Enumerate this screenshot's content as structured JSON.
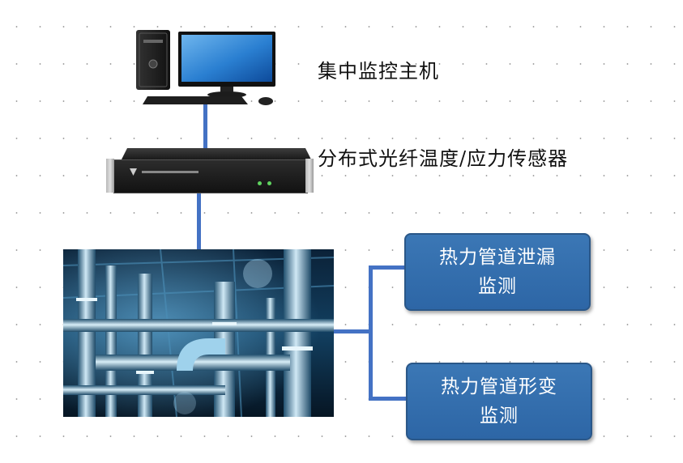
{
  "nodes": {
    "host": {
      "label": "集中监控主机"
    },
    "sensor": {
      "label": "分布式光纤温度/应力传感器"
    },
    "leak_box": {
      "line1": "热力管道泄漏",
      "line2": "监测"
    },
    "deform_box": {
      "line1": "热力管道形变",
      "line2": "监测"
    }
  },
  "colors": {
    "connector": "#4472c4",
    "box_fill": "#2f6aa9",
    "box_text": "#ffffff"
  },
  "icons": {
    "host": "desktop-computer-icon",
    "sensor": "rack-mounted-sensor-device",
    "pipeline": "industrial-pipeline-photo"
  }
}
